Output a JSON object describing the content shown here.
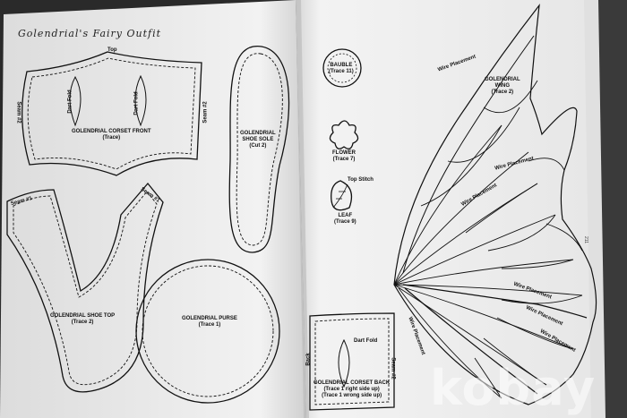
{
  "left_page": {
    "title": "Golendrial's Fairy Outfit",
    "corset_front": {
      "top": "Top",
      "seam_left": "Seam #2",
      "seam_right": "Seam #2",
      "dart1": "Dart Fold",
      "dart2": "Dart Fold",
      "name": "GOLENDRIAL CORSET FRONT",
      "instruction": "(Trace)"
    },
    "shoe_sole": {
      "name1": "GOLENDRIAL",
      "name2": "SHOE SOLE",
      "instruction": "(Cut 2)"
    },
    "shoe_top": {
      "seam_left": "Seam #1",
      "seam_right": "Seam #1",
      "name": "GOLENDRIAL SHOE TOP",
      "instruction": "(Trace 2)"
    },
    "purse": {
      "name": "GOLENDRIAL PURSE",
      "instruction": "(Trace 1)"
    }
  },
  "right_page": {
    "bauble": {
      "name": "BAUBLE",
      "instruction": "(Trace 11)"
    },
    "flower": {
      "name": "FLOWER",
      "instruction": "(Trace 7)"
    },
    "leaf": {
      "stitch": "Top Stitch",
      "name": "LEAF",
      "instruction": "(Trace 9)"
    },
    "corset_back": {
      "dart": "Dart Fold",
      "back": "Back",
      "seam": "Seam #2",
      "name": "GOLENDRIAL CORSET BACK",
      "instruction1": "(Trace 1 right side up)",
      "instruction2": "(Trace 1 wrong side up)"
    },
    "wing": {
      "name1": "GOLENDRIAL",
      "name2": "WING",
      "instruction": "(Trace 2)",
      "wire_labels": [
        "Wire Placement",
        "Wire Placement",
        "Wire Placement",
        "Wire Placement",
        "Wire Placement",
        "Wire Placement",
        "Wire Placement"
      ]
    },
    "page_number": "211"
  },
  "watermark": "kobay"
}
